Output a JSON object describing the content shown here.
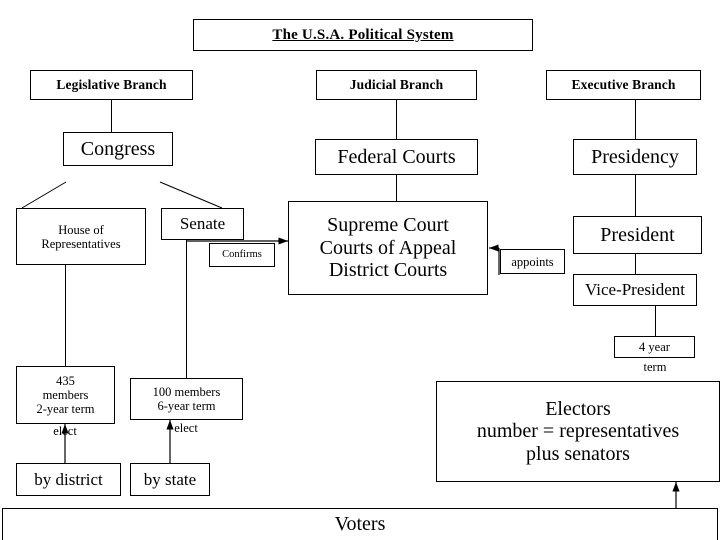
{
  "diagram": {
    "title": "The U.S.A. Political System",
    "branches": {
      "legislative": "Legislative Branch",
      "judicial": "Judicial Branch",
      "executive": "Executive Branch"
    },
    "nodes": {
      "congress": "Congress",
      "federal_courts": "Federal Courts",
      "presidency": "Presidency",
      "house": "House of\nRepresentatives",
      "senate": "Senate",
      "courts_stack": "Supreme Court\nCourts of Appeal\nDistrict Courts",
      "president": "President",
      "vice_president": "Vice-President",
      "house_detail": "435\nmembers\n2-year term",
      "senate_detail": "100 members\n6-year term",
      "by_district": "by district",
      "by_state": "by state",
      "four_year": "4 year",
      "electors": "Electors\nnumber = representatives\nplus senators",
      "voters": "Voters"
    },
    "edge_labels": {
      "confirms": "Confirms",
      "appoints": "appoints",
      "elect_house": "elect",
      "elect_senate": "elect",
      "term": "term"
    }
  }
}
